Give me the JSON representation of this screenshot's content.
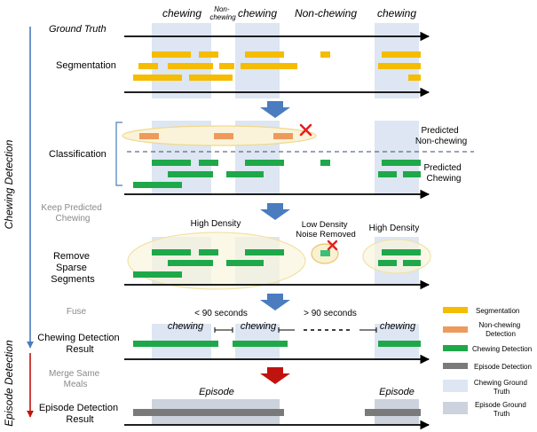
{
  "phase_labels": {
    "chewing_detection": "Chewing Detection",
    "episode_detection": "Episode Detection"
  },
  "rows": {
    "ground_truth": "Ground Truth",
    "segmentation": "Segmentation",
    "classification": "Classification",
    "keep_predicted_line1": "Keep Predicted",
    "keep_predicted_line2": "Chewing",
    "remove_sparse_line1": "Remove",
    "remove_sparse_line2": "Sparse",
    "remove_sparse_line3": "Segments",
    "fuse": "Fuse",
    "chewing_result_line1": "Chewing Detection",
    "chewing_result_line2": "Result",
    "merge_line1": "Merge Same",
    "merge_line2": "Meals",
    "episode_result_line1": "Episode Detection",
    "episode_result_line2": "Result"
  },
  "ground_truth_labels": {
    "chewing_1": "chewing",
    "non_chewing_small_line1": "Non-",
    "non_chewing_small_line2": "chewing",
    "chewing_2": "chewing",
    "non_chewing_big": "Non-chewing",
    "chewing_3": "chewing"
  },
  "classification_labels": {
    "predicted_non_chewing_line1": "Predicted",
    "predicted_non_chewing_line2": "Non-chewing",
    "predicted_chewing_line1": "Predicted",
    "predicted_chewing_line2": "Chewing"
  },
  "density_labels": {
    "high_density_1": "High Density",
    "low_density_line1": "Low Density",
    "low_density_line2": "Noise Removed",
    "high_density_2": "High Density"
  },
  "fuse_labels": {
    "lt_90": "< 90 seconds",
    "gt_90": "> 90 seconds"
  },
  "result_labels": {
    "chewing_1": "chewing",
    "chewing_2": "chewing",
    "chewing_3": "chewing",
    "episode_1": "Episode",
    "episode_2": "Episode"
  },
  "legend": [
    {
      "label_lines": [
        "Segmentation"
      ],
      "color": "#f5bc00"
    },
    {
      "label_lines": [
        "Non-chewing",
        "Detection"
      ],
      "color": "#ee9a5c"
    },
    {
      "label_lines": [
        "Chewing Detection"
      ],
      "color": "#1ea84a"
    },
    {
      "label_lines": [
        "Episode Detection"
      ],
      "color": "#7a7a7a"
    },
    {
      "label_lines": [
        "Chewing Ground",
        "Truth"
      ],
      "color": "#dde6f2"
    },
    {
      "label_lines": [
        "Episode Ground",
        "Truth"
      ],
      "color": "#cdd3dd"
    }
  ],
  "colors": {
    "segmentation": "#f5bc00",
    "non_chewing": "#ee9a5c",
    "chewing": "#1ea84a",
    "episode": "#7a7a7a",
    "chewing_gt": "#dde6f2",
    "episode_gt": "#cdd3dd",
    "flow_arrow": "#4a7cbf",
    "merge_arrow": "#c0130f",
    "cross": "#e2201f"
  }
}
